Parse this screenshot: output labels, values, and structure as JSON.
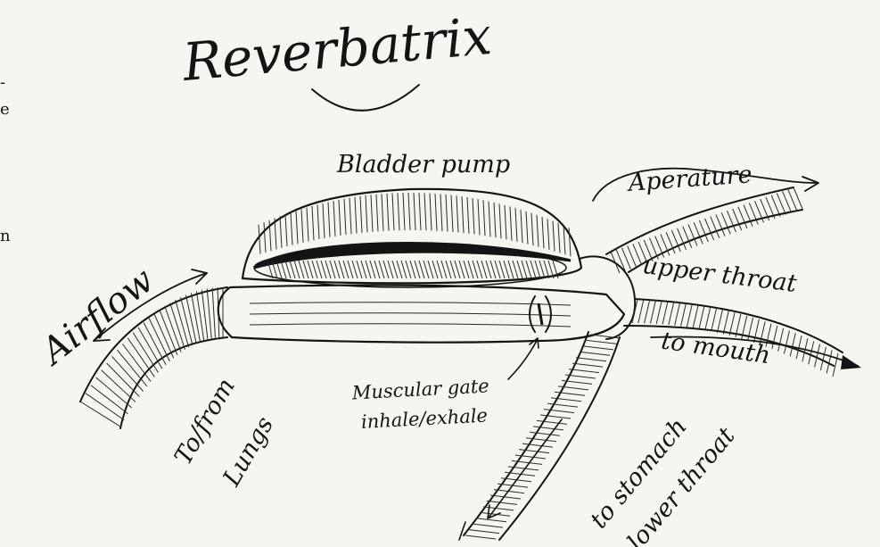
{
  "title": "Reverbatrix",
  "labels": {
    "bladder_pump": "Bladder pump",
    "aperature": "Aperature",
    "airflow": "Airflow",
    "upper_throat": "upper throat",
    "to_mouth": "to mouth",
    "to_from": "To/from",
    "lungs": "Lungs",
    "muscular_gate": "Muscular gate",
    "inhale_exhale": "inhale/exhale",
    "to_stomach": "to stomach",
    "lower_throat": "lower throat"
  },
  "gutter_text": {
    "line1": "-",
    "line2": "e",
    "line3": "n"
  },
  "colors": {
    "ink": "#141414",
    "paper": "#f7f5ef"
  }
}
